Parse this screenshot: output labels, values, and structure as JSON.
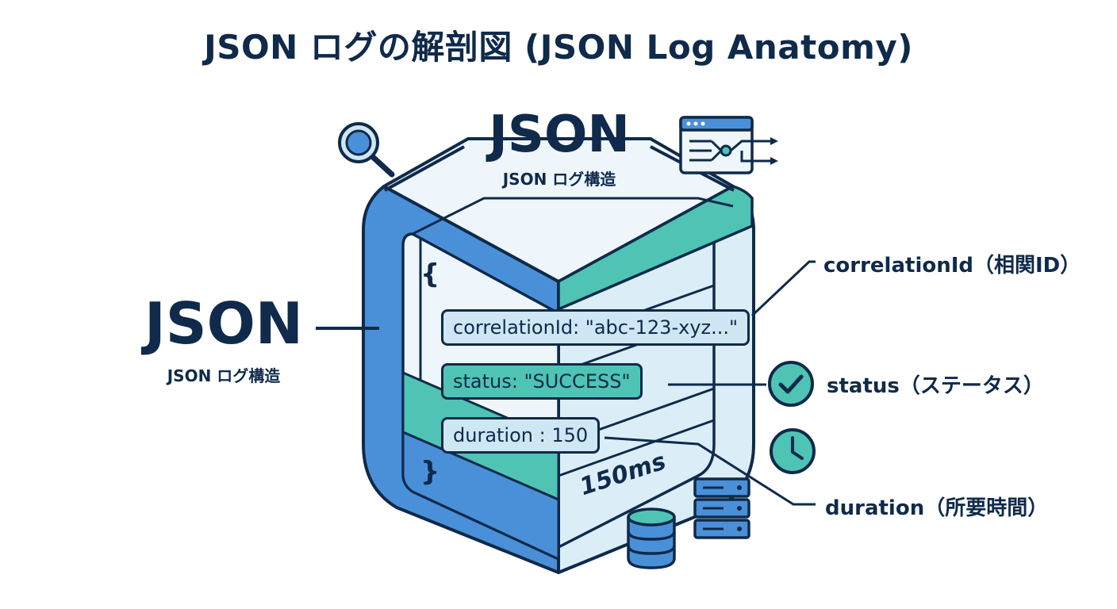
{
  "title": "JSON ログの解剖図 (JSON Log Anatomy)",
  "top_label": {
    "heading": "JSON",
    "subtitle": "JSON ログ構造"
  },
  "left_label": {
    "heading": "JSON",
    "subtitle": "JSON ログ構造"
  },
  "code": {
    "open_brace": "{",
    "close_brace": "}"
  },
  "fields": {
    "correlation": "correlationId: \"abc-123-xyz...\"",
    "status": "status: \"SUCCESS\"",
    "duration": "duration : 150"
  },
  "duration_value": "150ms",
  "callouts": {
    "correlation": "correlationId（相関ID）",
    "status": "status（ステータス）",
    "duration": "duration（所要時間）"
  },
  "icons": {
    "magnifier": "magnifier-icon",
    "browser_flow": "browser-flow-icon",
    "check": "check-icon",
    "clock": "clock-icon",
    "server": "server-icon",
    "database": "database-icon"
  },
  "colors": {
    "navy": "#0f2a4a",
    "blue": "#4a90d9",
    "light_blue": "#cfe6f5",
    "teal": "#4fc4b4"
  }
}
